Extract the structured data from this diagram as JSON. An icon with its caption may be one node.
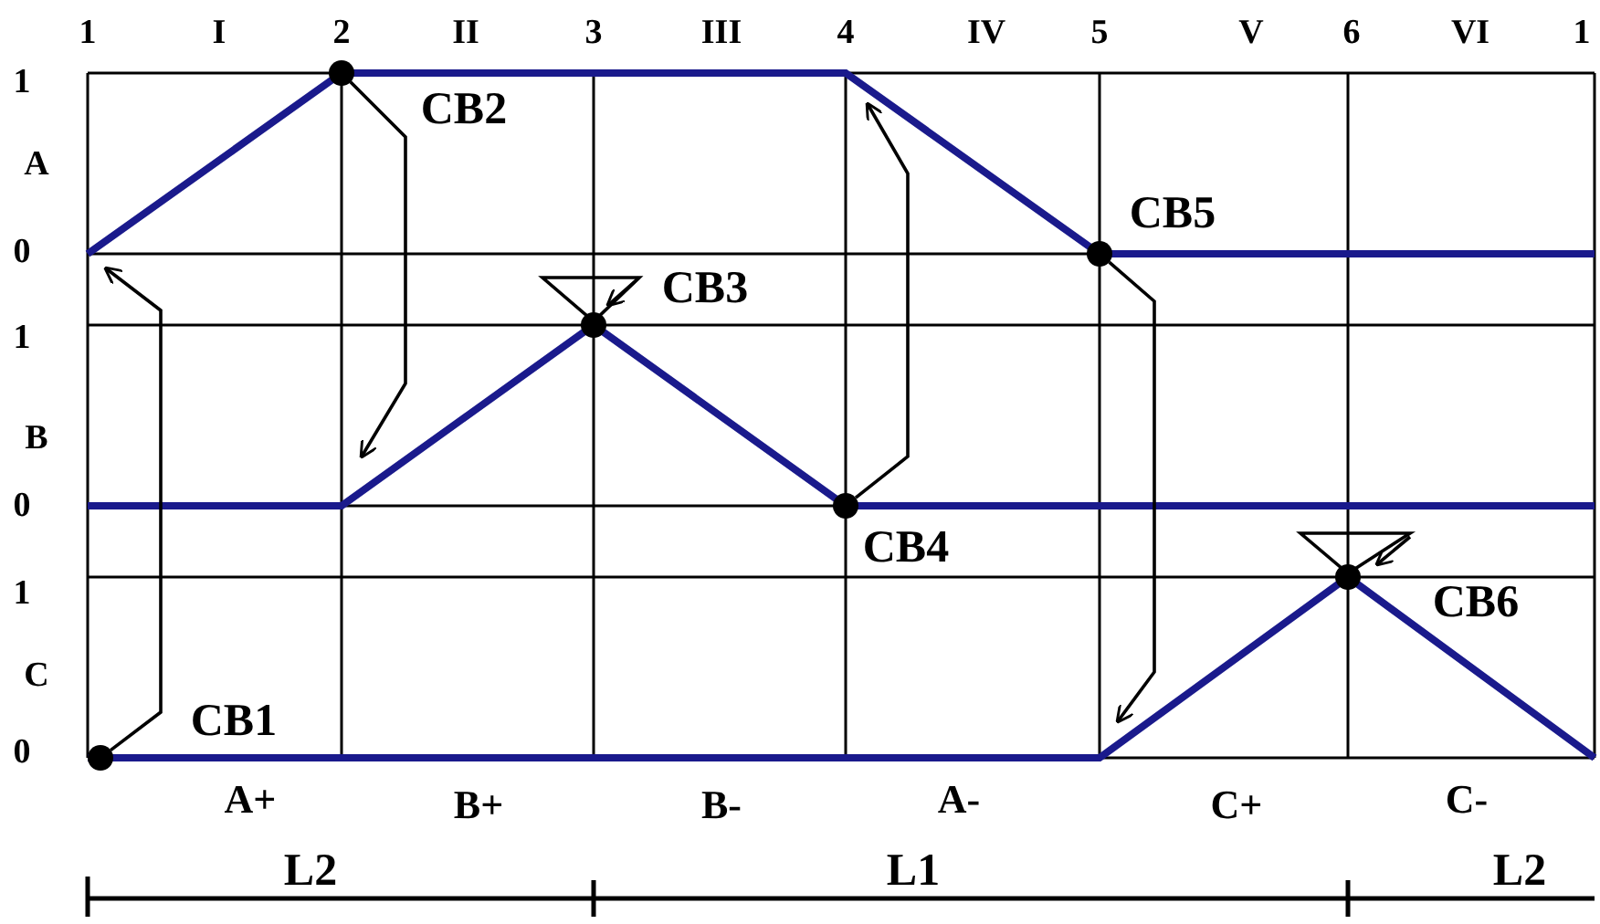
{
  "diagram": {
    "nodes": [
      {
        "text": [],
        "shape": "circle"
      },
      {
        "text": [],
        "shape": "circle"
      },
      {
        "text": [],
        "shape": "circle"
      },
      {
        "text": [],
        "shape": "circle"
      },
      {
        "text": [],
        "shape": "circle"
      },
      {
        "text": [],
        "shape": "circle"
      }
    ],
    "edges": [
      {
        "from": 0,
        "to": null,
        "arrow": "to"
      },
      {
        "from": 1,
        "to": null,
        "arrow": "to"
      },
      {
        "from": 3,
        "to": null,
        "arrow": "to"
      },
      {
        "from": 4,
        "to": null,
        "arrow": "to"
      }
    ],
    "labels": [
      "1",
      "I",
      "2",
      "II",
      "3",
      "III",
      "4",
      "IV",
      "5",
      "V",
      "6",
      "VI",
      "1",
      "1",
      "A",
      "0",
      "CB2",
      "CB5",
      "CB3",
      "1",
      "B",
      "0",
      "CB4",
      "1",
      "C",
      "0",
      "CB6",
      "CB1",
      "A+",
      "B+",
      "B-",
      "A-",
      "C+",
      "C-",
      "L2",
      "L1",
      "L2"
    ]
  }
}
